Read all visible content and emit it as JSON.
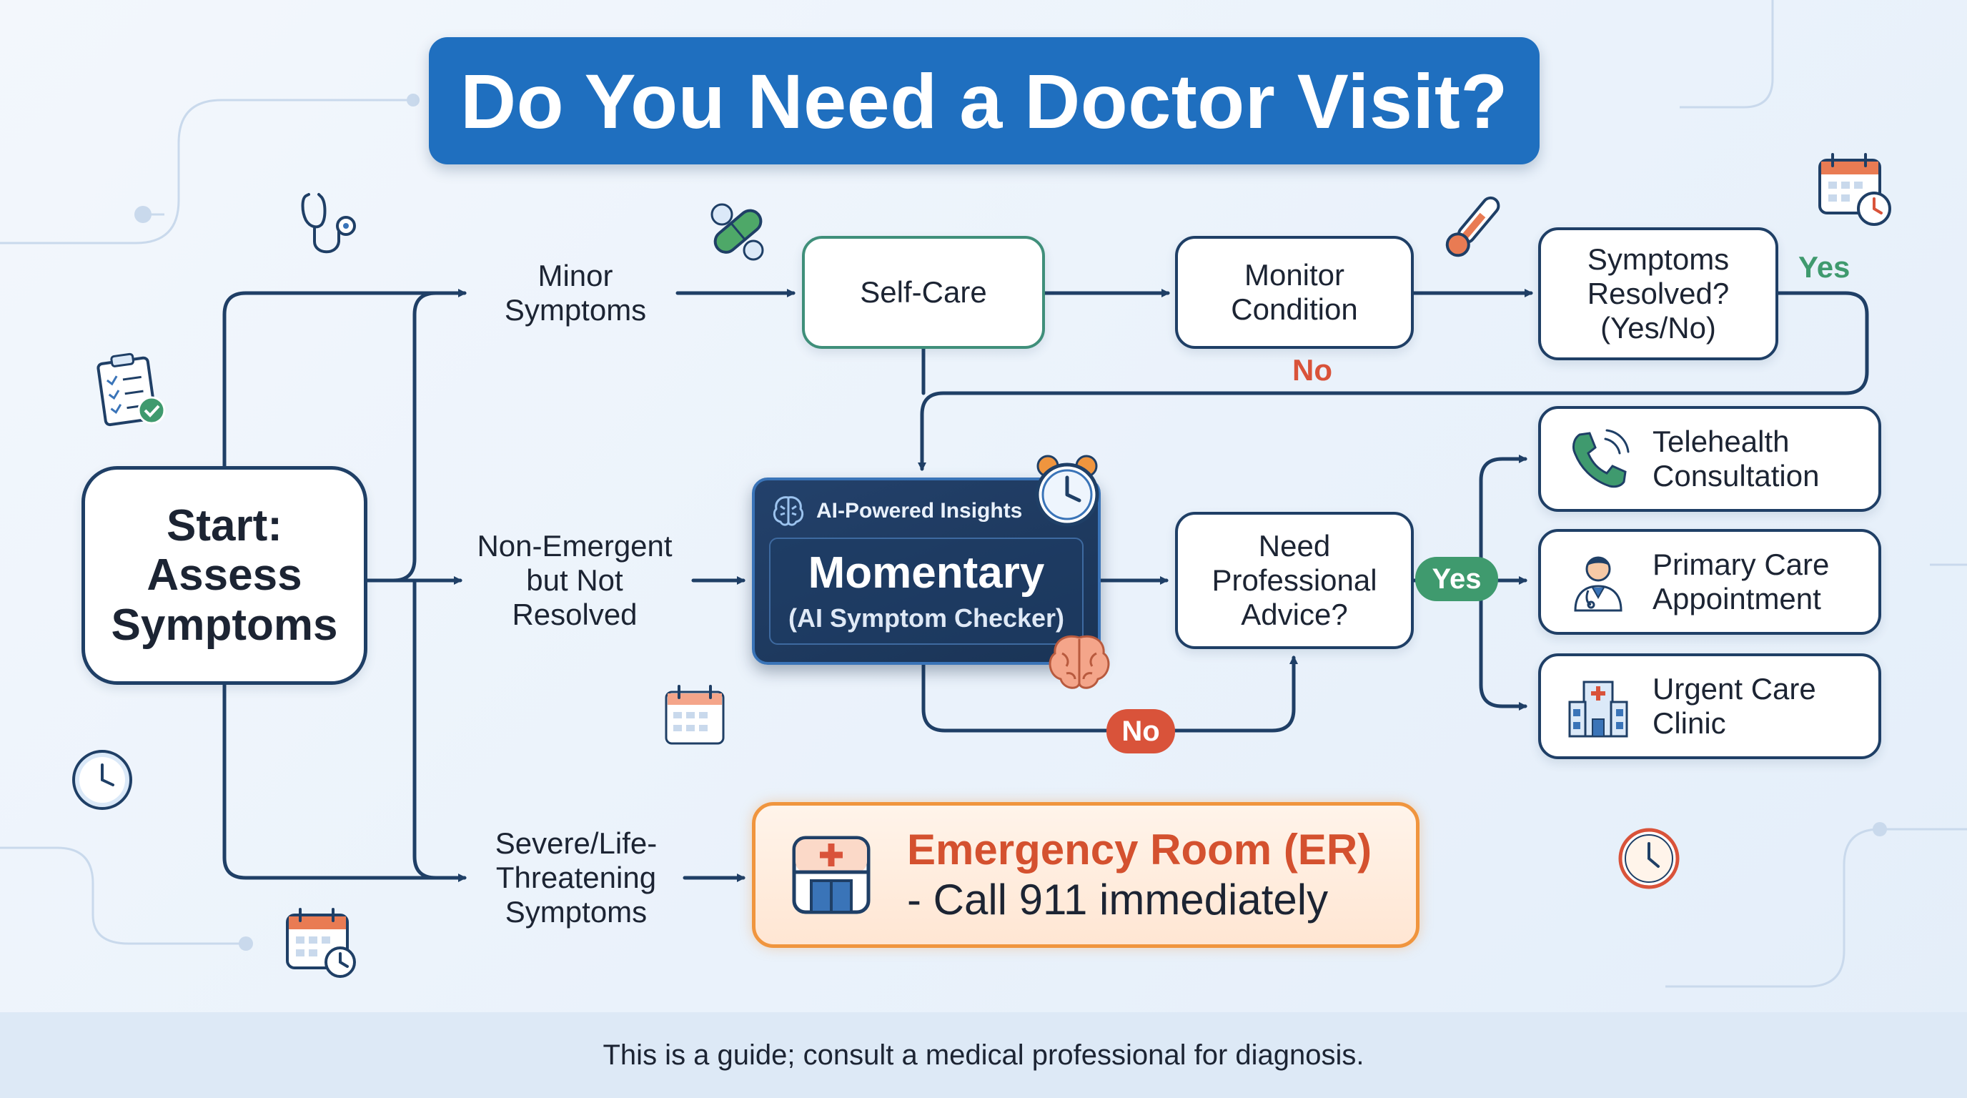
{
  "title": "Do You Need a Doctor Visit?",
  "start": {
    "line1": "Start:",
    "line2": "Assess",
    "line3": "Symptoms"
  },
  "branches": {
    "minor": {
      "line1": "Minor",
      "line2": "Symptoms"
    },
    "non_emergent": {
      "line1": "Non-Emergent",
      "line2": "but Not",
      "line3": "Resolved"
    },
    "severe": {
      "line1": "Severe/Life-",
      "line2": "Threatening",
      "line3": "Symptoms"
    }
  },
  "self_care": "Self-Care",
  "monitor": {
    "line1": "Monitor",
    "line2": "Condition"
  },
  "resolved": {
    "line1": "Symptoms",
    "line2": "Resolved?",
    "line3": "(Yes/No)"
  },
  "resolved_yes": "Yes",
  "resolved_no": "No",
  "ai_panel": {
    "badge": "AI-Powered Insights",
    "name": "Momentary",
    "subtitle": "(AI Symptom Checker)"
  },
  "need_advice": {
    "line1": "Need",
    "line2": "Professional",
    "line3": "Advice?"
  },
  "advice_yes": "Yes",
  "advice_no": "No",
  "options": [
    {
      "line1": "Telehealth",
      "line2": "Consultation",
      "icon": "phone-icon"
    },
    {
      "line1": "Primary Care",
      "line2": "Appointment",
      "icon": "doctor-icon"
    },
    {
      "line1": "Urgent Care",
      "line2": "Clinic",
      "icon": "hospital-icon"
    }
  ],
  "emergency": {
    "line1": "Emergency Room (ER)",
    "line2": "- Call 911 immediately"
  },
  "footer": "This is a guide; consult a medical professional for diagnosis.",
  "colors": {
    "title_bg": "#1f6fbf",
    "line": "#1f3f66",
    "self_care_border": "#3f8f7a",
    "yes": "#3f9a6e",
    "no": "#d9533a",
    "emergency_border": "#f0953e",
    "emergency_text": "#d4512f",
    "ai_panel_bg": "#1f3a5f"
  }
}
